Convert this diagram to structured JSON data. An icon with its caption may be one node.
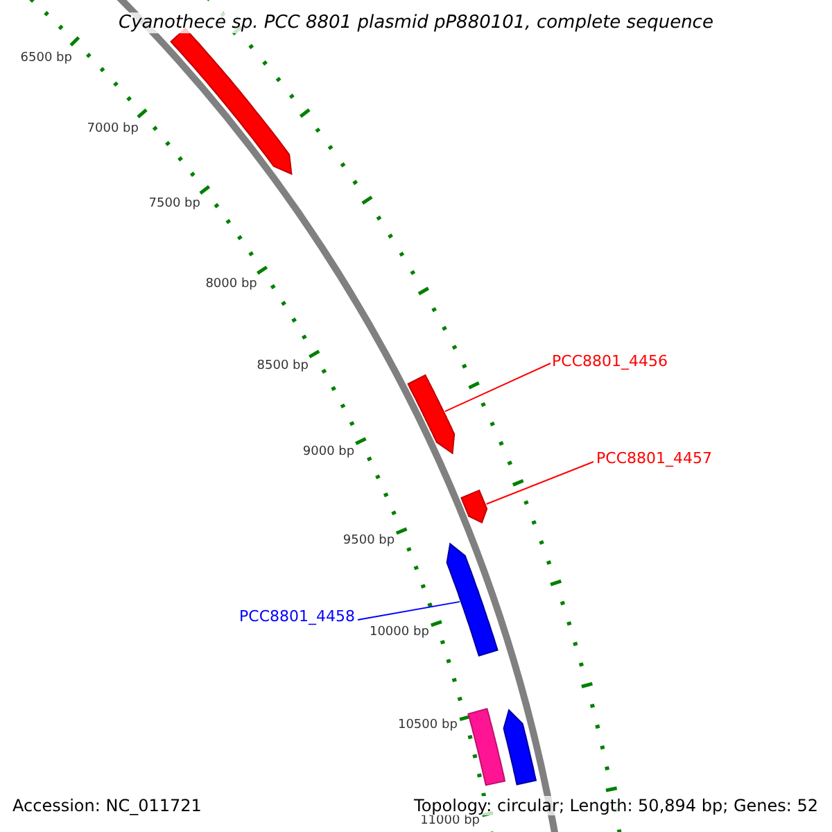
{
  "diagram": {
    "title": "Cyanothece sp. PCC 8801 plasmid pP880101, complete sequence",
    "nodes": [
      {
        "text": [
          "PCC8801_4456"
        ]
      },
      {
        "text": [
          "PCC8801_4457"
        ]
      },
      {
        "text": [
          "PCC8801_4458"
        ]
      },
      {
        "text": [],
        "shape": "bar"
      },
      {
        "text": [],
        "shape": "bar"
      },
      {
        "text": [],
        "shape": "bar"
      },
      {
        "text": [],
        "shape": "bar"
      },
      {
        "text": [],
        "shape": "bar"
      },
      {
        "text": [],
        "shape": "bar"
      }
    ],
    "edges": [
      {
        "from": 0,
        "to": 3,
        "arrow": "none"
      },
      {
        "from": 1,
        "to": 4,
        "arrow": "none"
      },
      {
        "from": 2,
        "to": 5,
        "arrow": "none",
        "color": "#0000ff"
      }
    ],
    "labels": [
      "6500 bp",
      "7000 bp",
      "7500 bp",
      "8000 bp",
      "8500 bp",
      "9000 bp",
      "9500 bp",
      "10000 bp",
      "10500 bp",
      "11000 bp",
      "Accession: NC_011721",
      "Topology: circular; Length: 50,894 bp; Genes: 52"
    ]
  }
}
